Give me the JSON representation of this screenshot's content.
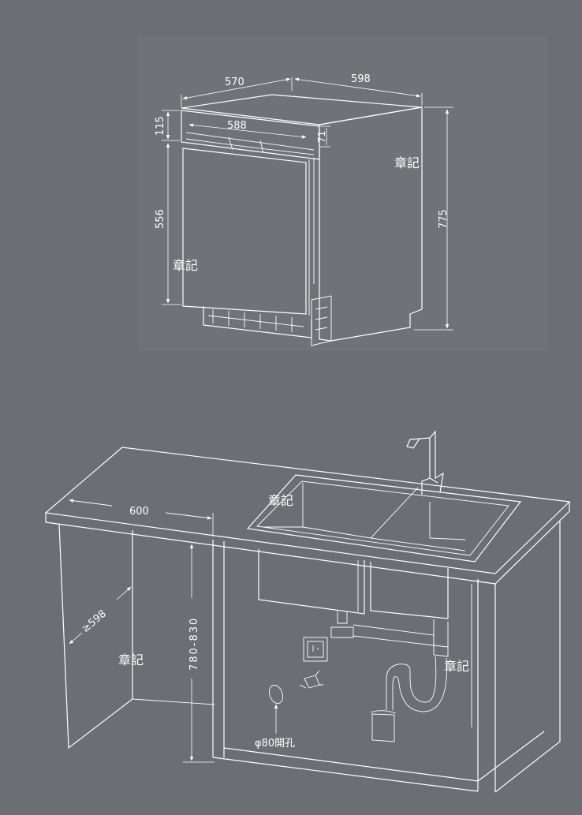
{
  "colors": {
    "background": "#6b6e73",
    "line": "#ffffff",
    "top_panel": "#6f7277"
  },
  "appliance": {
    "dim_depth": "570",
    "dim_width": "598",
    "dim_panel_width": "588",
    "dim_top_height": "115",
    "dim_panel_height": "556",
    "dim_total_height": "775",
    "dim_gap": "71",
    "stamp_right": "章記",
    "stamp_left": "章記"
  },
  "cabinet": {
    "dim_width": "600",
    "dim_depth": "≥598",
    "dim_height": "780-830",
    "hole_label": "φ80開孔",
    "stamp_sink": "章記",
    "stamp_left": "章記",
    "stamp_right": "章記"
  }
}
